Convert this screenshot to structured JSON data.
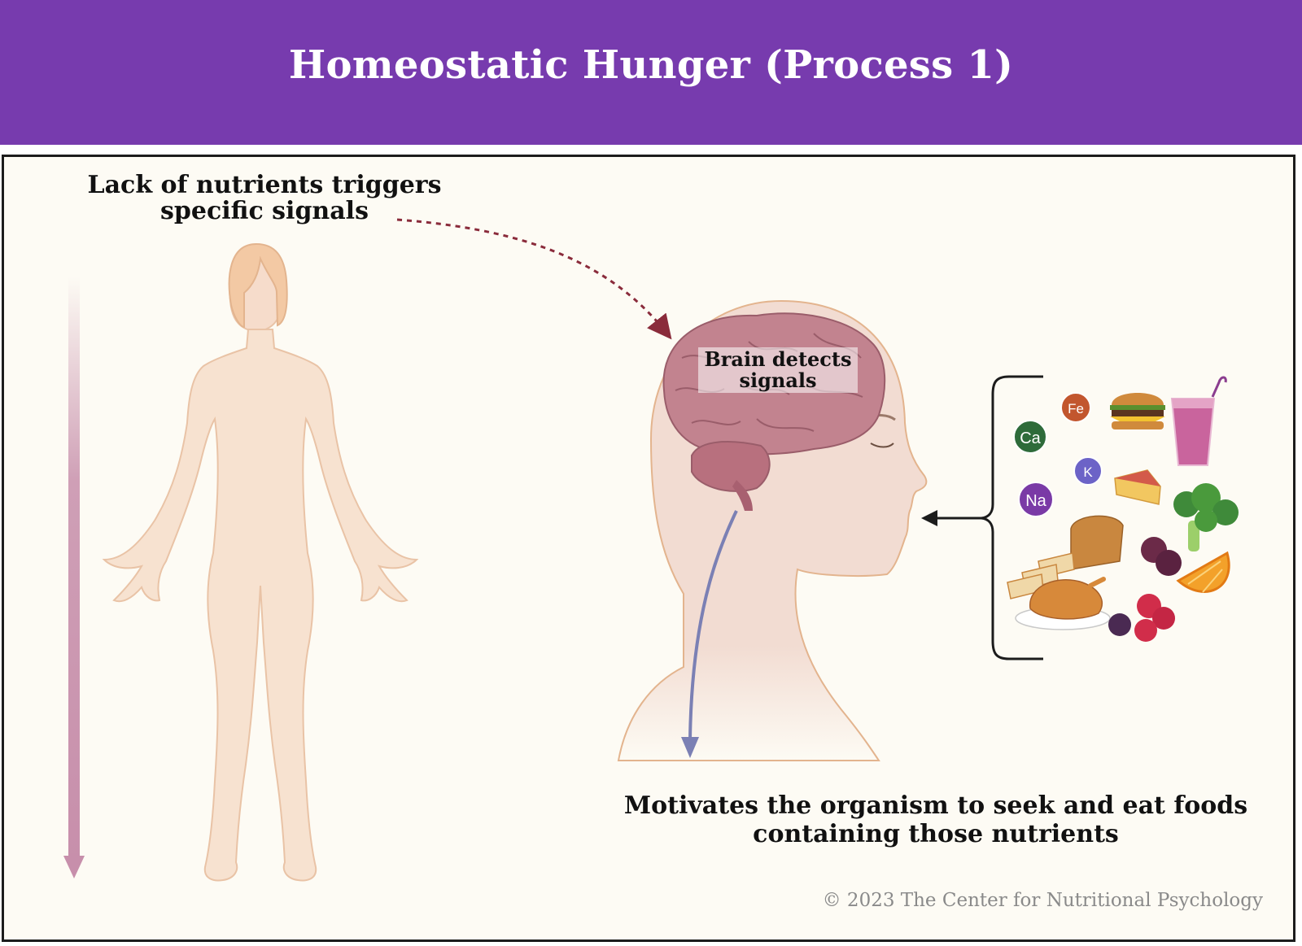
{
  "header": {
    "title": "Homeostatic Hunger (Process 1)",
    "background": "#773bae"
  },
  "labels": {
    "trigger": [
      "Lack of nutrients triggers",
      "specific signals"
    ],
    "brain": [
      "Brain detects",
      "signals"
    ],
    "motivation": [
      "Motivates the organism to seek and eat foods",
      "containing those nutrients"
    ]
  },
  "nutrients": [
    {
      "symbol": "Ca",
      "color": "#2e6b3a"
    },
    {
      "symbol": "Fe",
      "color": "#c2562e"
    },
    {
      "symbol": "K",
      "color": "#6c63c7"
    },
    {
      "symbol": "Na",
      "color": "#7a3aa6"
    }
  ],
  "icons": [
    "human-body-icon",
    "head-profile-icon",
    "brain-icon",
    "burger-icon",
    "smoothie-icon",
    "cheese-icon",
    "broccoli-icon",
    "bread-icon",
    "plum-icon",
    "orange-icon",
    "chicken-icon",
    "raspberry-icon"
  ],
  "copyright": "© 2023 The Center for Nutritional Psychology"
}
